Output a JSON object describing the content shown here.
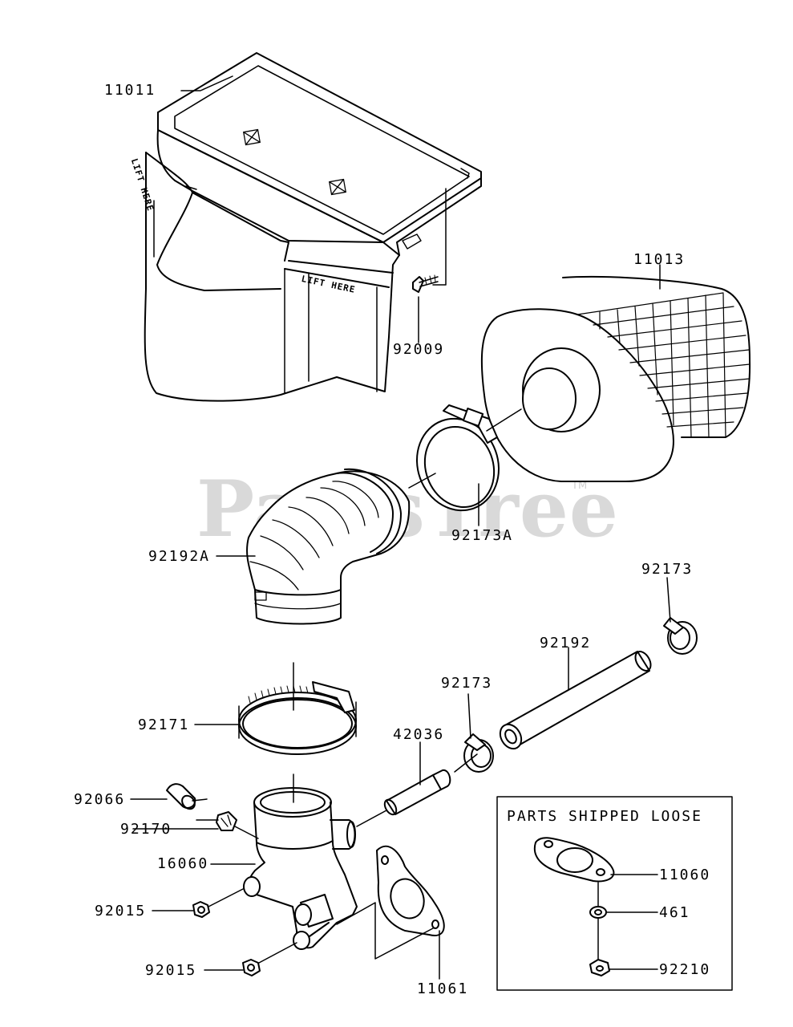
{
  "watermark": {
    "text": "PartsTree",
    "trademark": "TM"
  },
  "parts_box": {
    "title": "PARTS SHIPPED LOOSE"
  },
  "callouts": {
    "p11011": "11011",
    "p11013": "11013",
    "p92009": "92009",
    "p92192A": "92192A",
    "p92173A": "92173A",
    "p92173_right": "92173",
    "p92192": "92192",
    "p92173_mid": "92173",
    "p42036": "42036",
    "p92171": "92171",
    "p92066": "92066",
    "p92170": "92170",
    "p16060": "16060",
    "p92015_top": "92015",
    "p92015_bottom": "92015",
    "p11061": "11061",
    "p11060": "11060",
    "p461": "461",
    "p92210": "92210"
  },
  "decal_text": {
    "lift_here_side": "LIFT HERE",
    "lift_here_front": "LIFT HERE"
  },
  "colors": {
    "line": "#000000",
    "background": "#ffffff",
    "watermark": "#d9d9d9"
  }
}
